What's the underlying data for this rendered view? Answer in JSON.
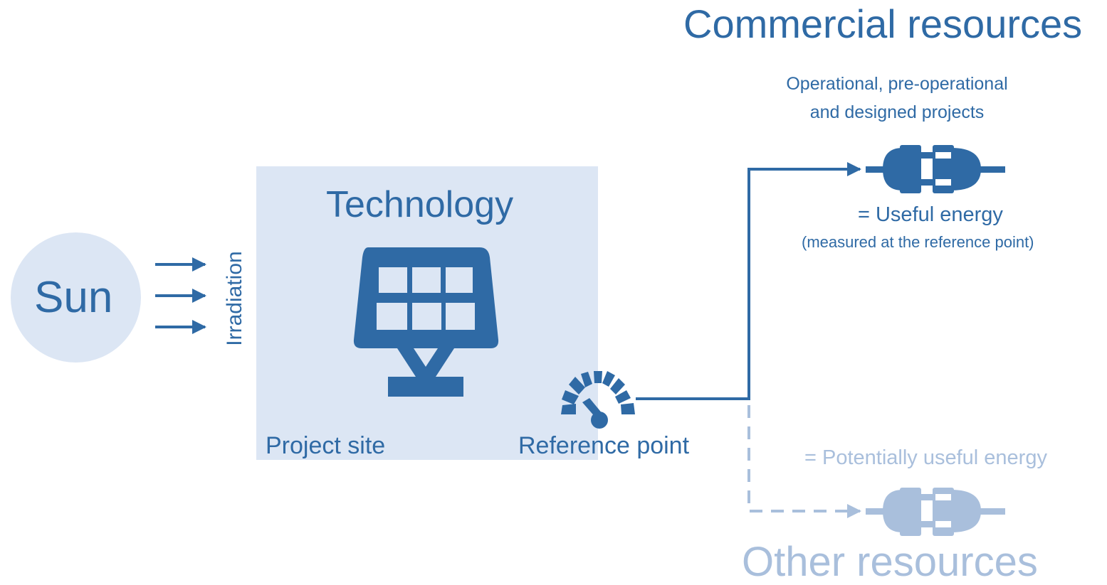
{
  "sun": {
    "label": "Sun"
  },
  "irradiation": {
    "label": "Irradiation"
  },
  "technology": {
    "title": "Technology",
    "project_site_label": "Project site",
    "reference_point_label": "Reference point"
  },
  "commercial": {
    "title": "Commercial resources",
    "subtitle_line1": "Operational, pre-operational",
    "subtitle_line2": "and designed projects",
    "useful_energy": "= Useful energy",
    "useful_energy_note": "(measured at the reference point)"
  },
  "other": {
    "potential_energy": "= Potentially useful energy",
    "title": "Other resources"
  },
  "colors": {
    "primary": "#2f6aa5",
    "light": "#a9bfdc",
    "panel_bg": "#dce6f4"
  },
  "icons": {
    "solar_panel": "solar-panel-icon",
    "gauge": "gauge-icon",
    "plug_commercial": "plug-icon",
    "plug_other": "plug-icon"
  }
}
